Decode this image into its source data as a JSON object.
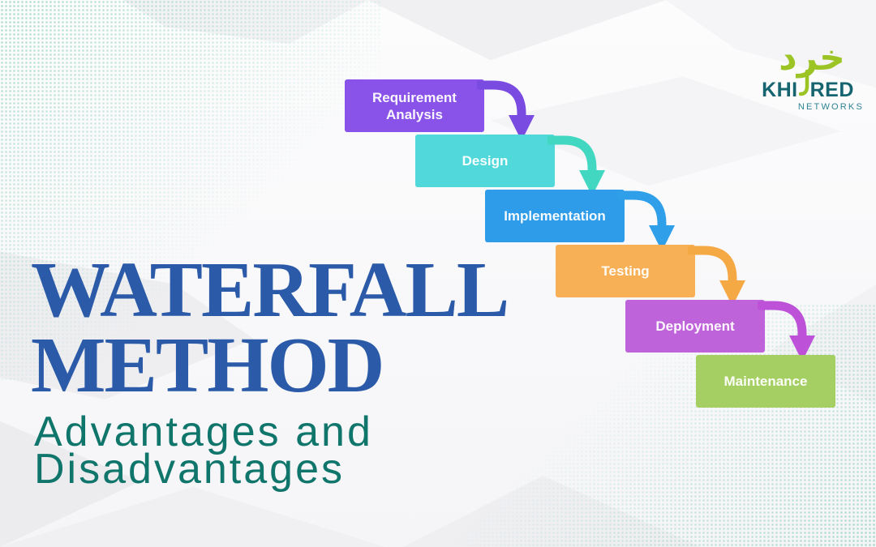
{
  "brand": {
    "arabic": "خرد",
    "wordmark_left": "KHI",
    "wordmark_right": "RED",
    "tagline": "NETWORKS",
    "green": "#9cc425",
    "teal": "#15646f",
    "tagline_color": "#2c8493"
  },
  "title": {
    "line1": "WATERFALL",
    "line2": "METHOD",
    "color": "#2b5aa8"
  },
  "subtitle": {
    "line1": "Advantages and",
    "line2": "Disadvantages",
    "color": "#10756b"
  },
  "diagram": {
    "stages": [
      {
        "label": "Requirement Analysis",
        "color": "#8952e8",
        "arrow_color": "#7a4be1"
      },
      {
        "label": "Design",
        "color": "#50d8da",
        "arrow_color": "#41d7c0"
      },
      {
        "label": "Implementation",
        "color": "#2f9ce9",
        "arrow_color": "#2f9fe9"
      },
      {
        "label": "Testing",
        "color": "#f8b056",
        "arrow_color": "#f5a945"
      },
      {
        "label": "Deployment",
        "color": "#bf63da",
        "arrow_color": "#bd52d9"
      },
      {
        "label": "Maintenance",
        "color": "#a5cf63",
        "arrow_color": null
      }
    ]
  }
}
